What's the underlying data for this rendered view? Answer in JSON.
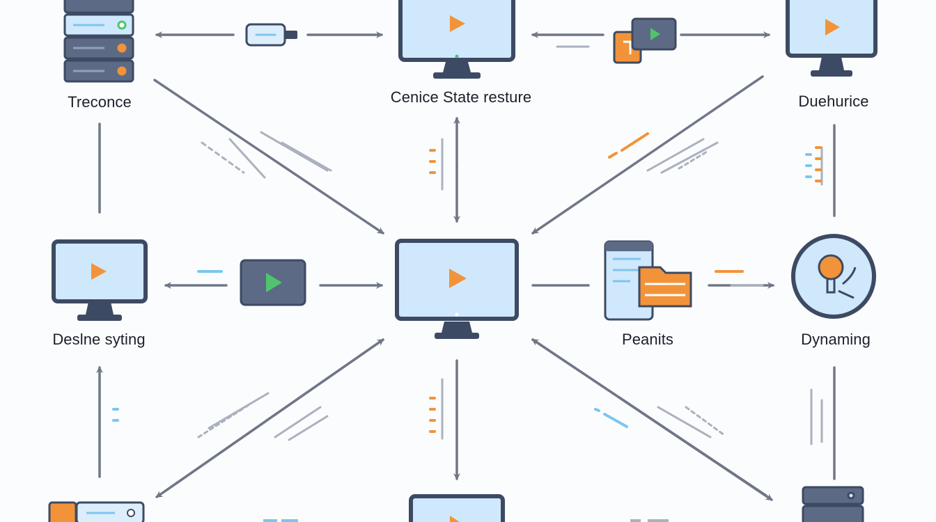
{
  "labels": {
    "top_left": "Treconce",
    "top_center": "Cenice State resture",
    "top_right": "Duehurice",
    "mid_left": "Deslne syting",
    "mid_center_right": "Peanits",
    "mid_right": "Dynaming"
  },
  "colors": {
    "background": "#fbfcfd",
    "frame": "#3d4a63",
    "screen": "#cfe8fb",
    "accent_orange": "#f2933a",
    "accent_green": "#4fc46d",
    "accent_blue": "#7cc6ef",
    "arrow": "#6f7787",
    "hatch": "#aab1be"
  },
  "icons": {
    "server": "server-icon",
    "monitor": "monitor-icon",
    "usb": "usb-drive-icon",
    "video": "video-player-icon",
    "folder": "folder-icon",
    "document": "document-icon",
    "bulb": "lightbulb-icon"
  }
}
